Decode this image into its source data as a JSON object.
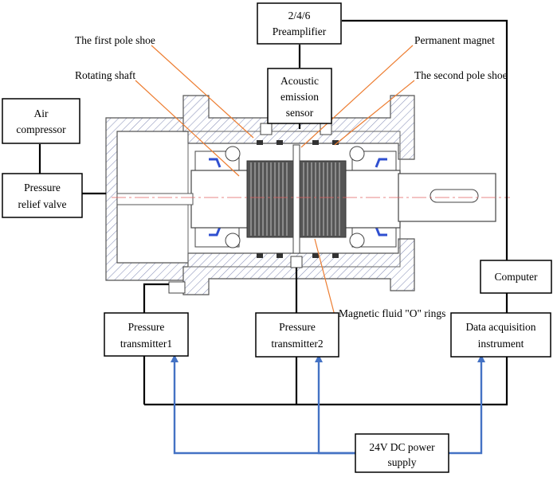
{
  "boxes": {
    "preamplifier": [
      "2/4/6",
      "Preamplifier"
    ],
    "air_compressor": [
      "Air",
      "compressor"
    ],
    "pressure_relief_valve": [
      "Pressure",
      "relief valve"
    ],
    "acoustic_emission_sensor": [
      "Acoustic",
      "emission",
      "sensor"
    ],
    "computer": [
      "Computer"
    ],
    "pressure_transmitter1": [
      "Pressure",
      "transmitter1"
    ],
    "pressure_transmitter2": [
      "Pressure",
      "transmitter2"
    ],
    "data_acquisition_instrument": [
      "Data acquisition",
      "instrument"
    ],
    "power_supply": [
      "24V DC power",
      "supply"
    ]
  },
  "callouts": {
    "first_pole_shoe": "The first pole shoe",
    "rotating_shaft": "Rotating shaft",
    "permanent_magnet": "Permanent magnet",
    "second_pole_shoe": "The second pole shoe",
    "o_rings": "Magnetic fluid \"O\" rings"
  },
  "colors": {
    "signal_line": "#000000",
    "power_line": "#4472c4",
    "callout_leader": "#ed7d31",
    "hatch": "#8890b8",
    "housing_stroke": "#555555"
  }
}
